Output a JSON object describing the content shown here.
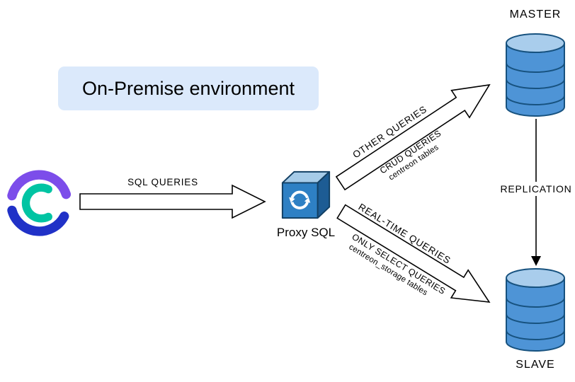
{
  "diagram": {
    "environment_label": "On-Premise environment",
    "nodes": {
      "client": {
        "icon": "centreon-logo"
      },
      "proxy": {
        "label": "Proxy SQL",
        "icon": "cube-sync-icon"
      },
      "master": {
        "label": "MASTER",
        "icon": "database-icon"
      },
      "slave": {
        "label": "SLAVE",
        "icon": "database-icon"
      }
    },
    "edges": {
      "sql": {
        "label": "SQL QUERIES"
      },
      "replication": {
        "label": "REPLICATION"
      },
      "master_route": {
        "label": "OTHER QUERIES",
        "sublabel": "CRUD QUERIES",
        "detail": "centreon tables"
      },
      "slave_route": {
        "label": "REAL-TIME QUERIES",
        "sublabel": "ONLY SELECT QUERIES",
        "detail": "centreon_storage tables"
      }
    },
    "colors": {
      "db_body": "#4e94d6",
      "db_top": "#a9cdec",
      "db_outline": "#17527f",
      "cube_front": "#2e80c4",
      "cube_top": "#a6cbe8",
      "cube_side": "#1d5c94",
      "cube_outline": "#123f63",
      "box_bg": "#dbe9fb",
      "logo_purple": "#7c4dea",
      "logo_teal": "#00c4a3",
      "logo_navy": "#2031c7",
      "arrow_outline": "#000000"
    }
  }
}
